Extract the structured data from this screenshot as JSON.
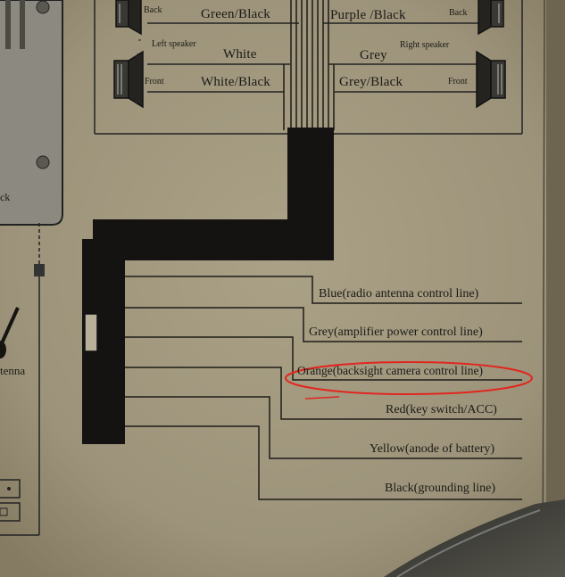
{
  "speaker_labels": {
    "back_left": "Back",
    "back_right": "Back",
    "left_speaker": "Left speaker",
    "right_speaker": "Right speaker",
    "front_left": "Front",
    "front_right": "Front"
  },
  "speaker_wires": {
    "left_back": "Green/Black",
    "left_front_pos": "White",
    "left_front_neg": "White/Black",
    "right_back": "Purple /Black",
    "right_front_pos": "Grey",
    "right_front_neg": "Grey/Black"
  },
  "side_labels": {
    "antenna_fragment": "tenna",
    "box_fragment": "ck"
  },
  "control_wires": [
    {
      "label": "Blue(radio antenna control line)"
    },
    {
      "label": "Grey(amplifier power control line)"
    },
    {
      "label": "Orange(backsight camera control line)",
      "highlighted": true
    },
    {
      "label": "Red(key switch/ACC)"
    },
    {
      "label": "Yellow(anode of battery)"
    },
    {
      "label": "Black(grounding line)"
    }
  ],
  "colors": {
    "paper": "#a39a80",
    "ink": "#161411",
    "highlight": "#e2261f"
  }
}
